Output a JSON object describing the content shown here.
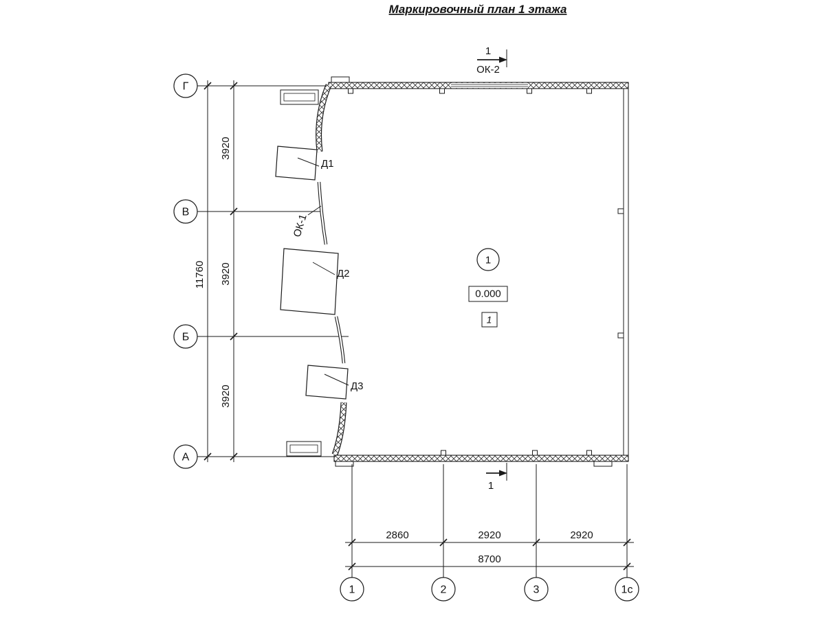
{
  "title": "Маркировочный план 1 этажа",
  "section": {
    "top_label": "1",
    "bottom_label": "1"
  },
  "windows": {
    "ok1": "ОК-1",
    "ok2": "ОК-2"
  },
  "doors": {
    "d1": "Д1",
    "d2": "Д2",
    "d3": "Д3"
  },
  "room": {
    "number": "1",
    "elevation": "0.000",
    "zone": "1"
  },
  "axes_left": [
    "Г",
    "В",
    "Б",
    "А"
  ],
  "axes_bottom": [
    "1",
    "2",
    "3",
    "1с"
  ],
  "dims_left": {
    "segments": [
      "3920",
      "3920",
      "3920"
    ],
    "total": "11760"
  },
  "dims_bottom": {
    "segments": [
      "2860",
      "2920",
      "2920"
    ],
    "total": "8700"
  },
  "colors": {
    "line": "#1a1a1a",
    "background": "#ffffff"
  }
}
